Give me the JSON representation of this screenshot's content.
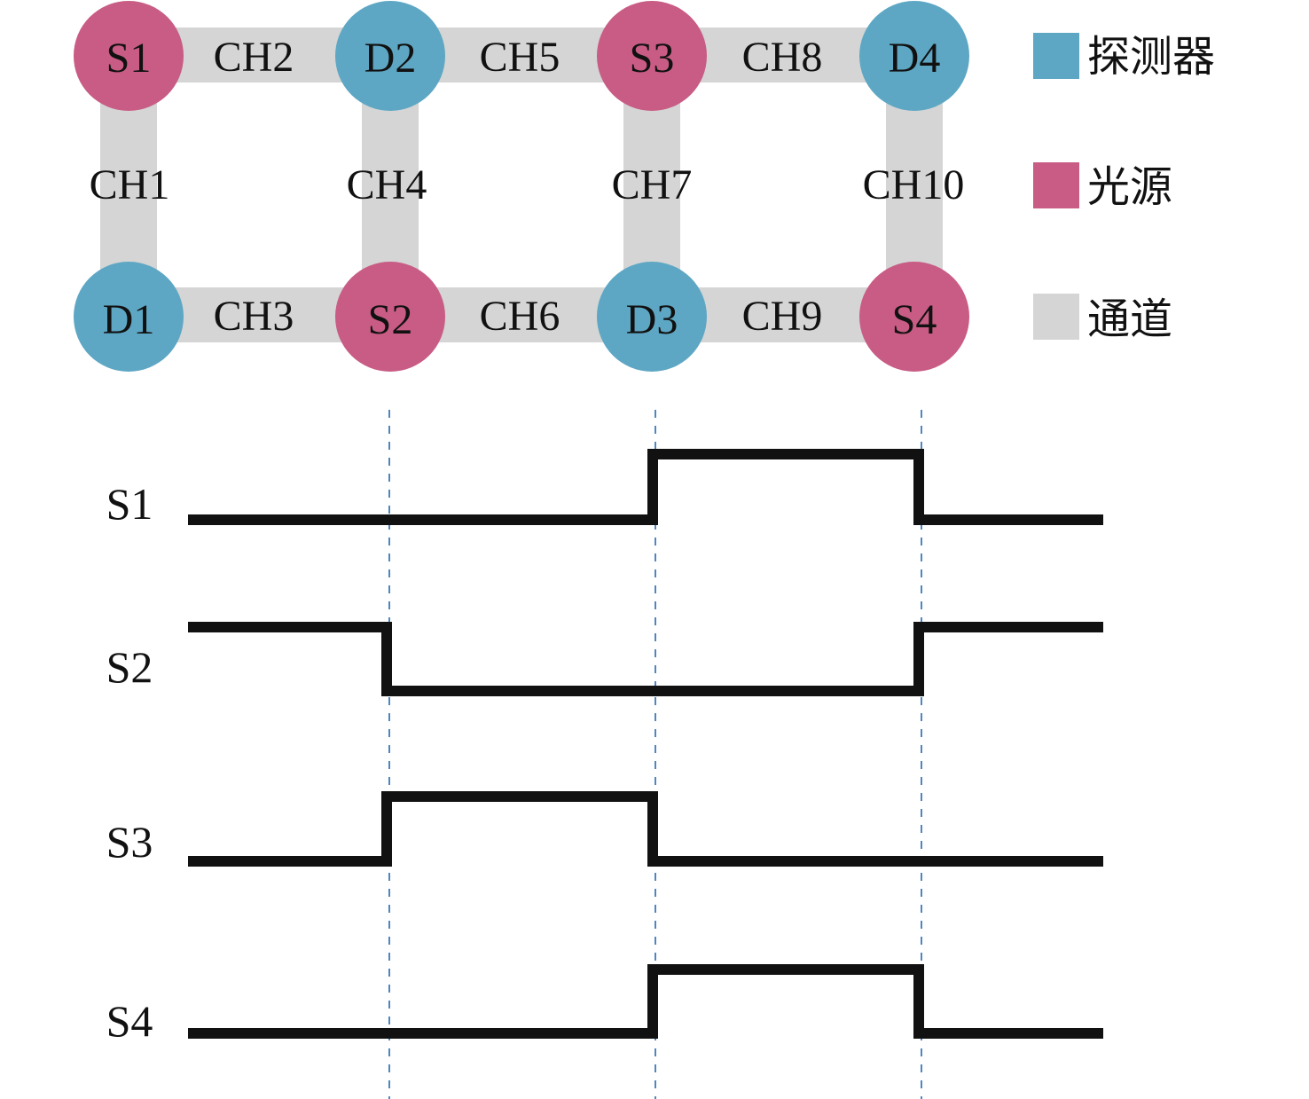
{
  "colors": {
    "detector": "#5ea7c4",
    "source": "#c85c84",
    "channel": "#d4d5d4",
    "signal": "#111111",
    "guide": "#4f86c0"
  },
  "nodes": {
    "S1": "S1",
    "D2": "D2",
    "S3": "S3",
    "D4": "D4",
    "D1": "D1",
    "S2": "S2",
    "D3": "D3",
    "S4": "S4"
  },
  "channels": {
    "CH1": "CH1",
    "CH2": "CH2",
    "CH3": "CH3",
    "CH4": "CH4",
    "CH5": "CH5",
    "CH6": "CH6",
    "CH7": "CH7",
    "CH8": "CH8",
    "CH9": "CH9",
    "CH10": "CH10"
  },
  "legend": {
    "detector": "探测器",
    "source": "光源",
    "channel": "通道"
  },
  "timing": {
    "signals": [
      {
        "name": "S1",
        "levels": [
          0,
          0,
          1,
          0
        ]
      },
      {
        "name": "S2",
        "levels": [
          1,
          0,
          0,
          1
        ]
      },
      {
        "name": "S3",
        "levels": [
          0,
          1,
          0,
          0
        ]
      },
      {
        "name": "S4",
        "levels": [
          0,
          0,
          1,
          0
        ]
      }
    ]
  }
}
